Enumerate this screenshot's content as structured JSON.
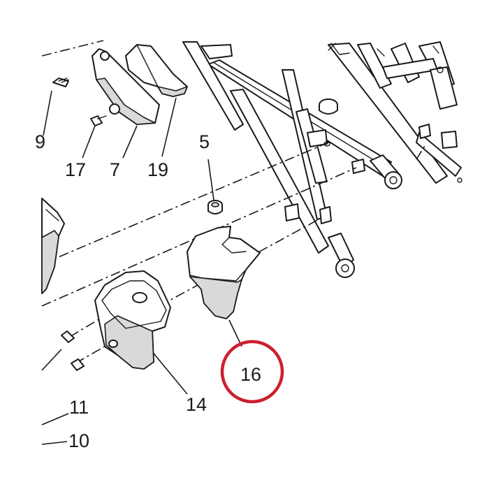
{
  "callouts": [
    {
      "id": "c9",
      "label": "9"
    },
    {
      "id": "c17",
      "label": "17"
    },
    {
      "id": "c7",
      "label": "7"
    },
    {
      "id": "c19",
      "label": "19"
    },
    {
      "id": "c5",
      "label": "5"
    },
    {
      "id": "c16",
      "label": "16"
    },
    {
      "id": "c14",
      "label": "14"
    },
    {
      "id": "c11",
      "label": "11"
    },
    {
      "id": "c10",
      "label": "10"
    }
  ],
  "highlight": {
    "target": "16",
    "color": "#cc1f2e"
  },
  "colors": {
    "line": "#1a1a1a",
    "shade": "#d9d9d9",
    "background": "#ffffff"
  }
}
